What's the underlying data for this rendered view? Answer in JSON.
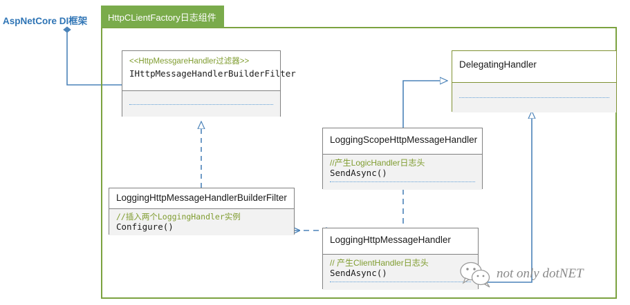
{
  "diagram": {
    "external_label": "AspNetCore DI框架",
    "package_tab_label": "HttpCLientFactory日志组件",
    "watermark_text": "not only dotNET",
    "colors": {
      "package_green": "#7aab4b",
      "frame_green": "#7ba23f",
      "stereotype_olive": "#7f9c2f",
      "external_blue": "#2e74b5",
      "connector_blue": "#4a82b8",
      "compartment_gray": "#f2f2f2",
      "box_border_gray": "#808080",
      "box_border_olive": "#7e9031"
    },
    "boxes": [
      {
        "id": "ihttp-filter",
        "stereotype": "<<HttpMessgareHandler过滤器>>",
        "name": "IHttpMessageHandlerBuilderFilter",
        "comment": "",
        "method": ""
      },
      {
        "id": "delegating-handler",
        "stereotype": "",
        "name": "DelegatingHandler",
        "comment": "",
        "method": ""
      },
      {
        "id": "logging-scope-handler",
        "stereotype": "",
        "name": "LoggingScopeHttpMessageHandler",
        "comment": "//产生LogicHandler日志头",
        "method": "SendAsync()"
      },
      {
        "id": "builder-filter",
        "stereotype": "",
        "name": "LoggingHttpMessageHandlerBuilderFilter",
        "comment": "//插入两个LoggingHandler实例",
        "method": "Configure()"
      },
      {
        "id": "logging-handler",
        "stereotype": "",
        "name": "LoggingHttpMessageHandler",
        "comment": "//  产生ClientHandler日志头",
        "method": "SendAsync()"
      }
    ],
    "connectors": [
      {
        "name": "di-to-filter",
        "kind": "aggregation-solid"
      },
      {
        "name": "builderfilter-realizes-ifilter",
        "kind": "realization-dashed"
      },
      {
        "name": "scopehandler-extends-delegatinghandler",
        "kind": "generalization-solid"
      },
      {
        "name": "logginghandler-extends-delegatinghandler",
        "kind": "generalization-solid"
      },
      {
        "name": "handlers-depend-on-builderfilter",
        "kind": "dependency-dashed"
      }
    ]
  }
}
